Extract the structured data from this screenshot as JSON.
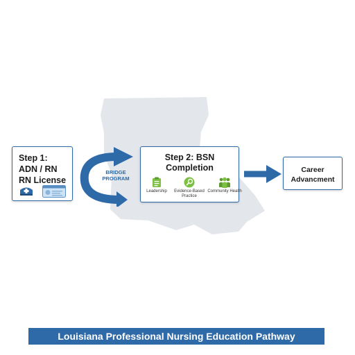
{
  "steps": {
    "step1": {
      "lines": [
        "Step 1:",
        "ADN / RN",
        "RN License"
      ]
    },
    "bridge": {
      "lines": [
        "BRIDGE",
        "PROGRAM"
      ]
    },
    "step2": {
      "lines": [
        "Step 2: BSN",
        "Completion"
      ],
      "skills": [
        {
          "label": "Leadership",
          "icon": "clipboard-icon"
        },
        {
          "label": "Evidence-Based Practice",
          "icon": "research-icon"
        },
        {
          "label": "Community Health",
          "icon": "people-icon"
        }
      ]
    },
    "career": {
      "lines": [
        "Career",
        "Advancment"
      ]
    }
  },
  "footer": {
    "title": "Louisiana Professional Nursing Education Pathway"
  },
  "colors": {
    "accent": "#2f6aa8",
    "map": "#e3e7ec",
    "skill_green": "#7cc043"
  }
}
